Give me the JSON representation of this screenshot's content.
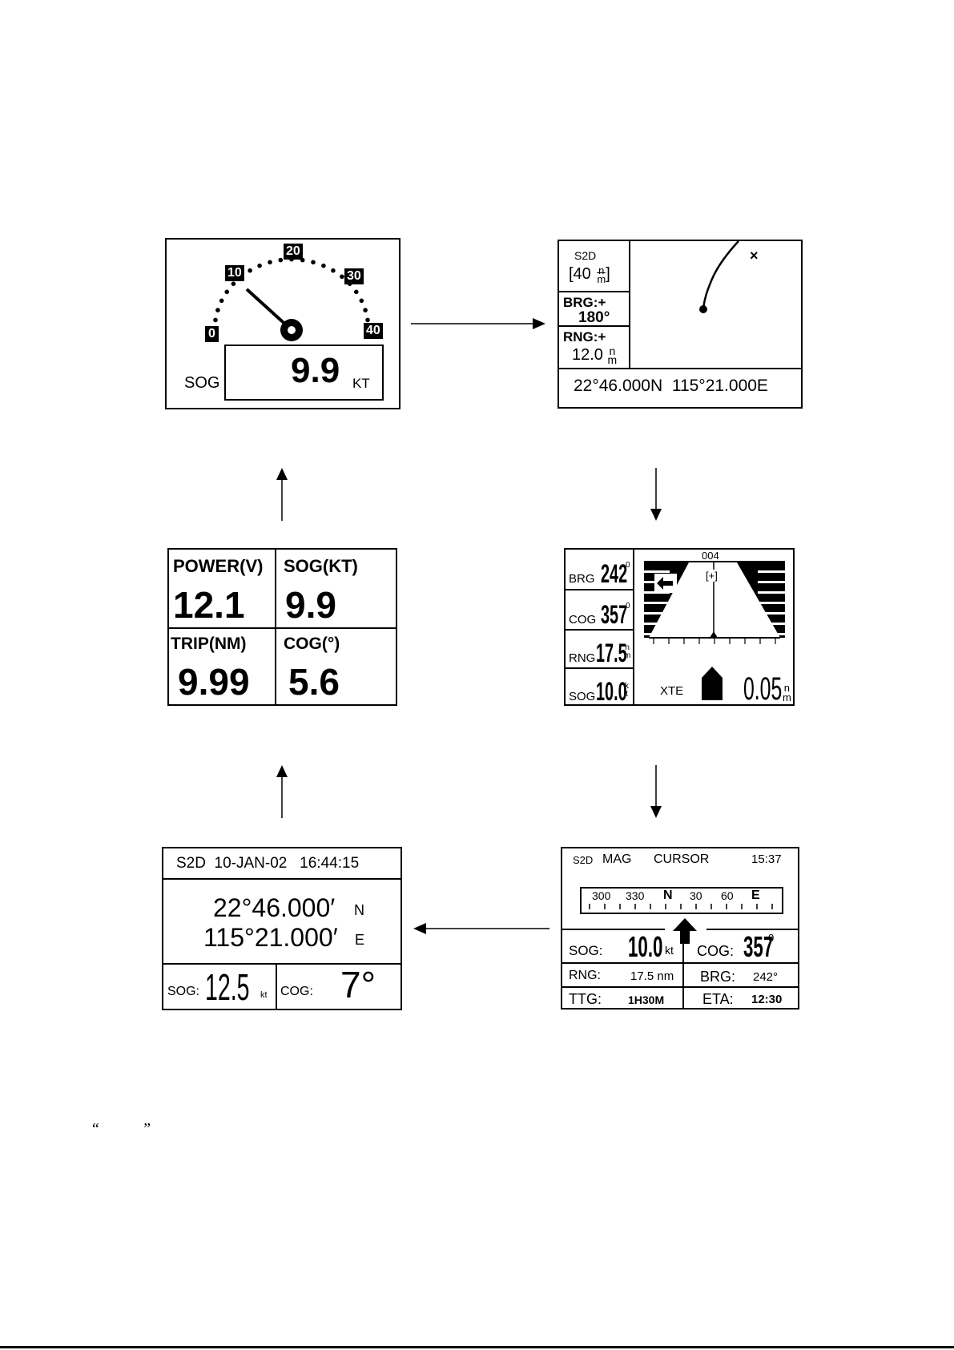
{
  "speedo": {
    "ticks": [
      "0",
      "10",
      "20",
      "30",
      "40"
    ],
    "needle_value": 9.9,
    "label": "SOG",
    "value": "9.9",
    "unit": "KT"
  },
  "plot": {
    "mode": "S2D",
    "scale_open": "[40",
    "scale_unit_top": "n",
    "scale_unit_bottom": "m",
    "scale_close": "]",
    "brg_label": "BRG:+",
    "brg_value": "180°",
    "rng_label": "RNG:+",
    "rng_value": "12.0",
    "rng_unit_top": "n",
    "rng_unit_bottom": "m",
    "position": "22°46.000N  115°21.000E"
  },
  "highway": {
    "wp": "004",
    "brg_label": "BRG",
    "brg_value": "242",
    "brg_unit": "0",
    "cog_label": "COG",
    "cog_value": "357",
    "cog_unit": "0",
    "rng_label": "RNG",
    "rng_value": "17.5",
    "rng_unit_top": "n",
    "rng_unit_bottom": "m",
    "sog_label": "SOG",
    "sog_value": "10.0",
    "sog_unit_top": "k",
    "sog_unit_bottom": "t",
    "xte_label": "XTE",
    "xte_value": "0.05",
    "xte_unit_top": "n",
    "xte_unit_bottom": "m",
    "cursor": "[+]"
  },
  "data4": {
    "power_label": "POWER(V)",
    "power_value": "12.1",
    "sog_label": "SOG(KT)",
    "sog_value": "9.9",
    "trip_label": "TRIP(NM)",
    "trip_value": "9.99",
    "cog_label": "COG(°)",
    "cog_value": "5.6"
  },
  "nav": {
    "mode": "S2D",
    "mag": "MAG",
    "cursor": "CURSOR",
    "time": "15:37",
    "compass": [
      "300",
      "330",
      "N",
      "30",
      "60",
      "E"
    ],
    "sog_label": "SOG:",
    "sog_value": "10.0",
    "sog_unit": "kt",
    "cog_label": "COG:",
    "cog_value": "357",
    "cog_unit": "0",
    "rng_label": "RNG:",
    "rng_value": "17.5 nm",
    "brg_label": "BRG:",
    "brg_value": "242°",
    "ttg_label": "TTG:",
    "ttg_value": "1H30M",
    "eta_label": "ETA:",
    "eta_value": "12:30"
  },
  "pos": {
    "header": "S2D  10-JAN-02   16:44:15",
    "lat": "22°46.000′",
    "lat_hemi": "N",
    "lon": "115°21.000′",
    "lon_hemi": "E",
    "sog_label": "SOG:",
    "sog_value": "12.5",
    "sog_unit": "kt",
    "cog_label": "COG:",
    "cog_value": "7°"
  },
  "footer": {
    "open_quote": "“",
    "close_quote": "”"
  }
}
